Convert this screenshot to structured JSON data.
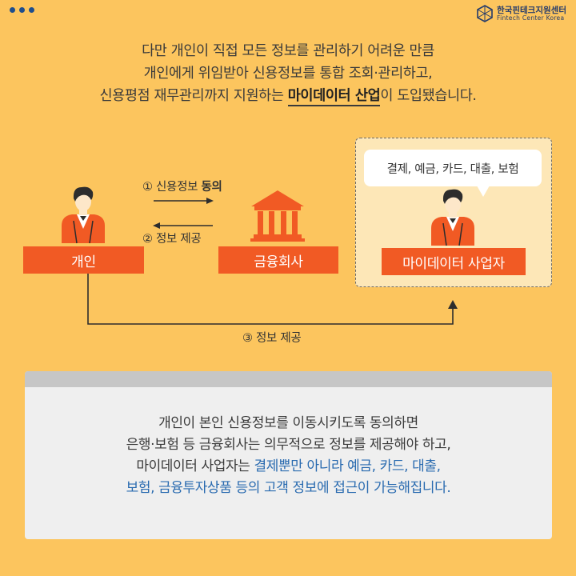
{
  "header": {
    "logo_ko": "한국핀테크지원센터",
    "logo_en": "Fintech Center Korea"
  },
  "intro": {
    "line1": "다만 개인이 직접 모든 정보를 관리하기 어려운 만큼",
    "line2": "개인에게 위임받아 신용정보를 통합 조회·관리하고,",
    "line3_prefix": "신용평점 재무관리까지 지원하는 ",
    "line3_highlight": "마이데이터 산업",
    "line3_suffix": "이 도입됐습니다."
  },
  "diagram": {
    "nodes": {
      "individual": "개인",
      "financial": "금융회사",
      "mydata": "마이데이터 사업자"
    },
    "bubble": "결제, 예금, 카드, 대출, 보험",
    "flow1_prefix": "① 신용정보 ",
    "flow1_bold": "동의",
    "flow2": "② 정보 제공",
    "flow3": "③ 정보 제공"
  },
  "card": {
    "line1": "개인이 본인 신용정보를 이동시키도록 동의하면",
    "line2": "은행·보험 등 금융회사는 의무적으로 정보를 제공해야 하고,",
    "line3_prefix": "마이데이터 사업자는 ",
    "line3_blue": "결제뿐만 아니라 예금, 카드, 대출,",
    "line4_blue": "보험, 금융투자상품 등의 고객 정보에 접근이 가능해집니다."
  },
  "colors": {
    "background": "#fcc55e",
    "accent_orange": "#f15a24",
    "navy": "#1f4e8c",
    "highlight_blue": "#2a6bb0"
  }
}
